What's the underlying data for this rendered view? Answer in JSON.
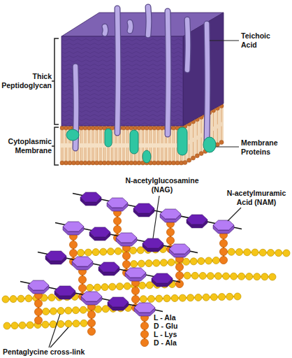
{
  "diagram": {
    "labels": [
      "Thick Peptidoglycan",
      "Cytoplasmic Membrane",
      "Teichoic Acid",
      "Membrane Proteins",
      "N-acetylglucosamine (NAG)",
      "N-acetylmuramic Acid (NAM)",
      "L - Ala",
      "D - Glu",
      "L - Lys",
      "D - Ala",
      "Pentaglycine cross-link"
    ]
  }
}
